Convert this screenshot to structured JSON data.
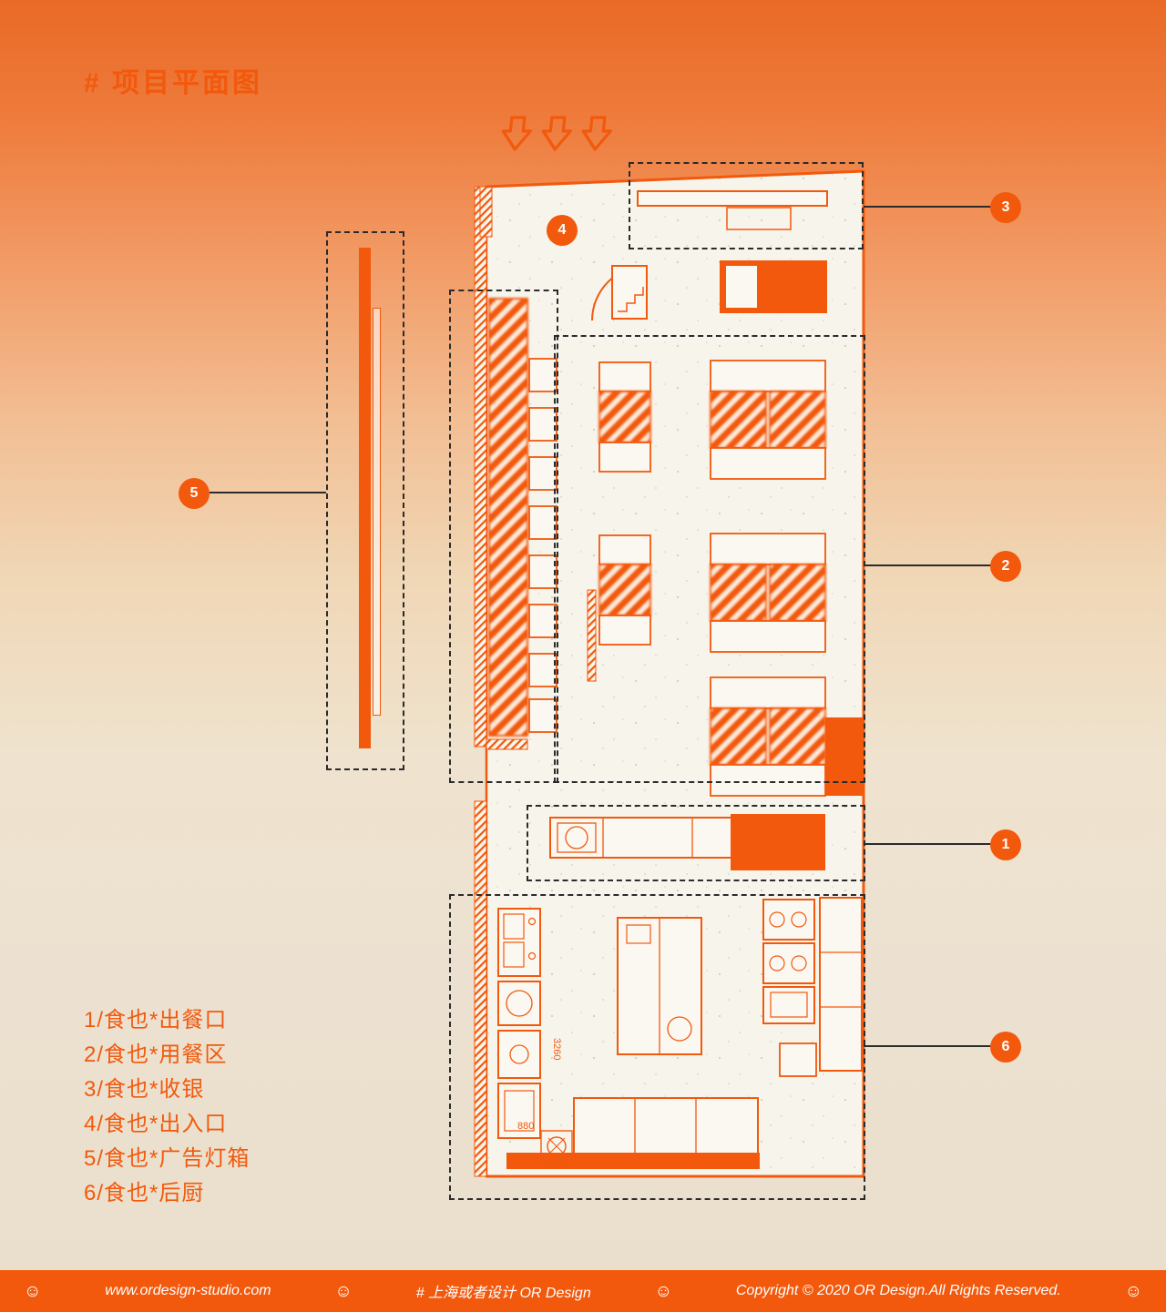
{
  "title": "# 项目平面图",
  "colors": {
    "accent": "#F2590D",
    "background_top": "#E96A26",
    "background_bottom": "#EADFCC",
    "leader_line": "#2B2B2B",
    "plan_floor": "#F7F4EC",
    "footer_background": "#F2590D",
    "footer_text": "#FFFFFF"
  },
  "icons": {
    "entrance_arrow": "⇩",
    "smiley": "☺"
  },
  "markers": [
    {
      "label": "1"
    },
    {
      "label": "2"
    },
    {
      "label": "3"
    },
    {
      "label": "4"
    },
    {
      "label": "5"
    },
    {
      "label": "6"
    }
  ],
  "plan": {
    "dimension_labels": {
      "vertical": "3260",
      "horizontal": "880"
    }
  },
  "legend": {
    "items": [
      "1/食也*出餐口",
      "2/食也*用餐区",
      "3/食也*收银",
      "4/食也*出入口",
      "5/食也*广告灯箱",
      "6/食也*后厨"
    ]
  },
  "footer": {
    "smiley": "☺",
    "website": "www.ordesign-studio.com",
    "studio": "# 上海或者设计 OR Design",
    "copyright": "Copyright © 2020 OR Design.All Rights Reserved."
  }
}
